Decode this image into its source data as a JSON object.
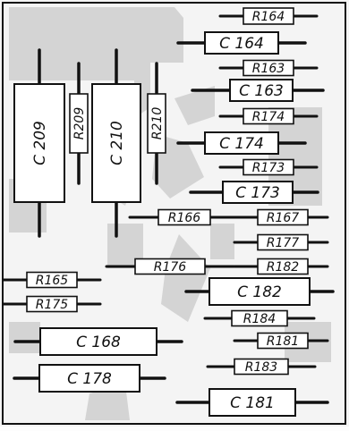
{
  "board": {
    "colors": {
      "paper": "#f4f4f4",
      "copper": "#c9c9c9",
      "ink": "#111111"
    }
  },
  "components": [
    {
      "ref": "R164",
      "kind": "resistor",
      "orientation": "h"
    },
    {
      "ref": "C164",
      "kind": "capacitor",
      "orientation": "h"
    },
    {
      "ref": "R163",
      "kind": "resistor",
      "orientation": "h"
    },
    {
      "ref": "C163",
      "kind": "capacitor",
      "orientation": "h"
    },
    {
      "ref": "R174",
      "kind": "resistor",
      "orientation": "h"
    },
    {
      "ref": "C174",
      "kind": "capacitor",
      "orientation": "h"
    },
    {
      "ref": "R173",
      "kind": "resistor",
      "orientation": "h"
    },
    {
      "ref": "C173",
      "kind": "capacitor",
      "orientation": "h"
    },
    {
      "ref": "C209",
      "kind": "capacitor",
      "orientation": "v"
    },
    {
      "ref": "R209",
      "kind": "resistor",
      "orientation": "v"
    },
    {
      "ref": "C210",
      "kind": "capacitor",
      "orientation": "v"
    },
    {
      "ref": "R210",
      "kind": "resistor",
      "orientation": "v"
    },
    {
      "ref": "R166",
      "kind": "resistor",
      "orientation": "h"
    },
    {
      "ref": "R167",
      "kind": "resistor",
      "orientation": "h"
    },
    {
      "ref": "R177",
      "kind": "resistor",
      "orientation": "h"
    },
    {
      "ref": "R176",
      "kind": "resistor",
      "orientation": "h"
    },
    {
      "ref": "R182",
      "kind": "resistor",
      "orientation": "h"
    },
    {
      "ref": "R165",
      "kind": "resistor",
      "orientation": "h"
    },
    {
      "ref": "R175",
      "kind": "resistor",
      "orientation": "h"
    },
    {
      "ref": "C182",
      "kind": "capacitor",
      "orientation": "h"
    },
    {
      "ref": "R184",
      "kind": "resistor",
      "orientation": "h"
    },
    {
      "ref": "C168",
      "kind": "capacitor",
      "orientation": "h"
    },
    {
      "ref": "R181",
      "kind": "resistor",
      "orientation": "h"
    },
    {
      "ref": "R183",
      "kind": "resistor",
      "orientation": "h"
    },
    {
      "ref": "C178",
      "kind": "capacitor",
      "orientation": "h"
    },
    {
      "ref": "C181",
      "kind": "capacitor",
      "orientation": "h"
    }
  ]
}
